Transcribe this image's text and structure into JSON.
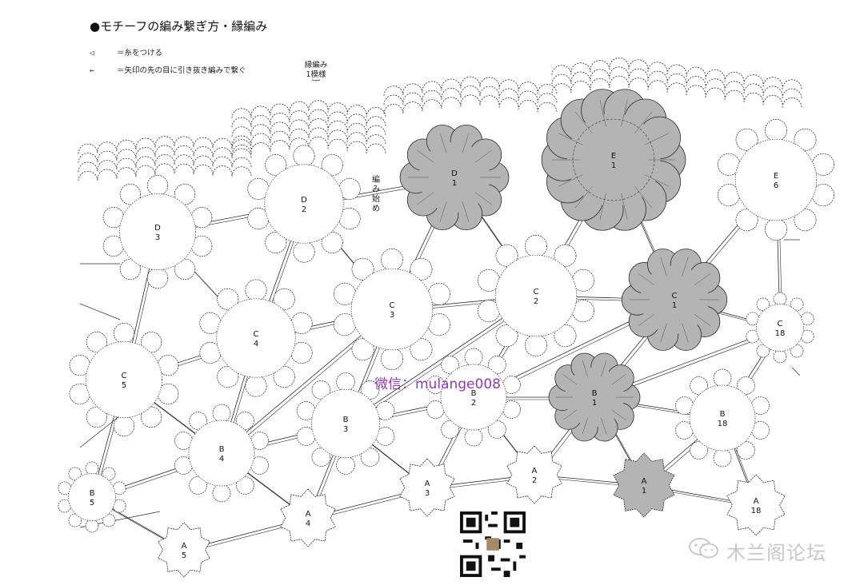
{
  "title": "●モチーフの編み繋ぎ方・縁編み",
  "legend": [
    {
      "symbol": "◁",
      "text": "＝糸をつける"
    },
    {
      "symbol": "←",
      "text": "＝矢印の先の目に引き抜き編みで繋ぐ"
    }
  ],
  "edging_label": {
    "line1": "縁編み",
    "line2": "1模様"
  },
  "start_label": "編み始め",
  "watermark": "微信：mulange008",
  "forum_name": "木兰阁论坛",
  "colors": {
    "line": "#2a2a2a",
    "fill_gray": "#b4b4b4",
    "watermark": "#8e3bb0"
  },
  "motifs": [
    {
      "letter": "D",
      "num": "3",
      "kind": "ring",
      "gray": false
    },
    {
      "letter": "D",
      "num": "2",
      "kind": "ring",
      "gray": false
    },
    {
      "letter": "D",
      "num": "1",
      "kind": "flower",
      "gray": true
    },
    {
      "letter": "E",
      "num": "1",
      "kind": "flower",
      "gray": true
    },
    {
      "letter": "E",
      "num": "6",
      "kind": "ring",
      "gray": false
    },
    {
      "letter": "C",
      "num": "4",
      "kind": "ring",
      "gray": false
    },
    {
      "letter": "C",
      "num": "3",
      "kind": "ring",
      "gray": false
    },
    {
      "letter": "C",
      "num": "2",
      "kind": "ring",
      "gray": false
    },
    {
      "letter": "C",
      "num": "1",
      "kind": "flower",
      "gray": true
    },
    {
      "letter": "C",
      "num": "18",
      "kind": "ring",
      "gray": false
    },
    {
      "letter": "C",
      "num": "5",
      "kind": "ring",
      "gray": false
    },
    {
      "letter": "B",
      "num": "4",
      "kind": "ring",
      "gray": false
    },
    {
      "letter": "B",
      "num": "3",
      "kind": "ring",
      "gray": false
    },
    {
      "letter": "B",
      "num": "2",
      "kind": "ring",
      "gray": false
    },
    {
      "letter": "B",
      "num": "1",
      "kind": "flower",
      "gray": true
    },
    {
      "letter": "B",
      "num": "18",
      "kind": "ring",
      "gray": false
    },
    {
      "letter": "B",
      "num": "5",
      "kind": "ring",
      "gray": false
    },
    {
      "letter": "A",
      "num": "4",
      "kind": "star",
      "gray": false
    },
    {
      "letter": "A",
      "num": "3",
      "kind": "star",
      "gray": false
    },
    {
      "letter": "A",
      "num": "2",
      "kind": "star",
      "gray": false
    },
    {
      "letter": "A",
      "num": "1",
      "kind": "star",
      "gray": true
    },
    {
      "letter": "A",
      "num": "18",
      "kind": "star",
      "gray": false
    },
    {
      "letter": "A",
      "num": "5",
      "kind": "star",
      "gray": false
    }
  ]
}
